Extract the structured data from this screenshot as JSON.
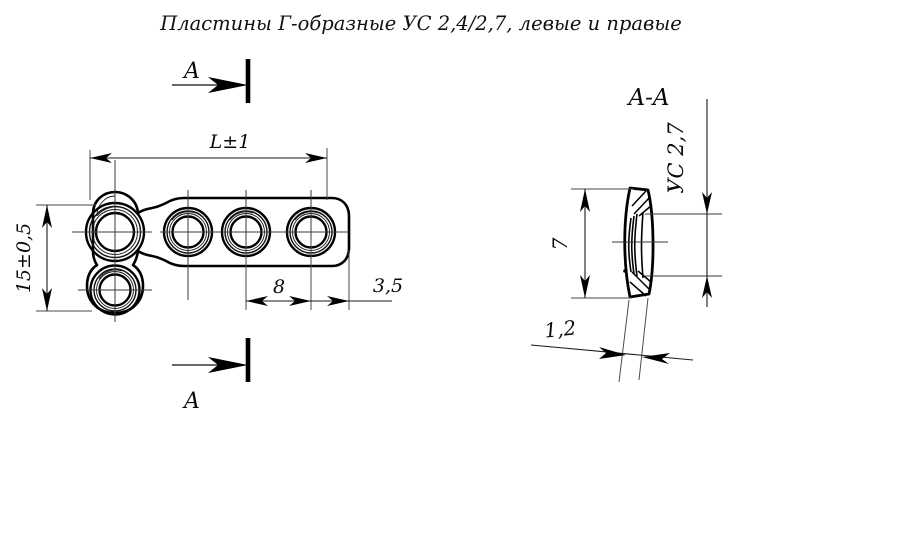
{
  "drawing": {
    "title": "Пластины Г-образные УС 2,4/2,7, левые и правые",
    "background_color": "#ffffff",
    "line_color": "#000000",
    "views": {
      "plan": {
        "name": "plan-view",
        "section_marker_top_label": "A",
        "section_marker_bottom_label": "A",
        "dimensions": {
          "length_label": "L±1",
          "width_label": "15±0,5",
          "hole_pitch_label": "8",
          "edge_offset_label": "3,5"
        },
        "hole_count": 5,
        "shape": "L-shaped plate"
      },
      "section": {
        "name": "section-view",
        "title": "A-A",
        "dimensions": {
          "height_label": "7",
          "thickness_label": "1,2",
          "screw_label": "УС 2,7"
        }
      }
    }
  }
}
